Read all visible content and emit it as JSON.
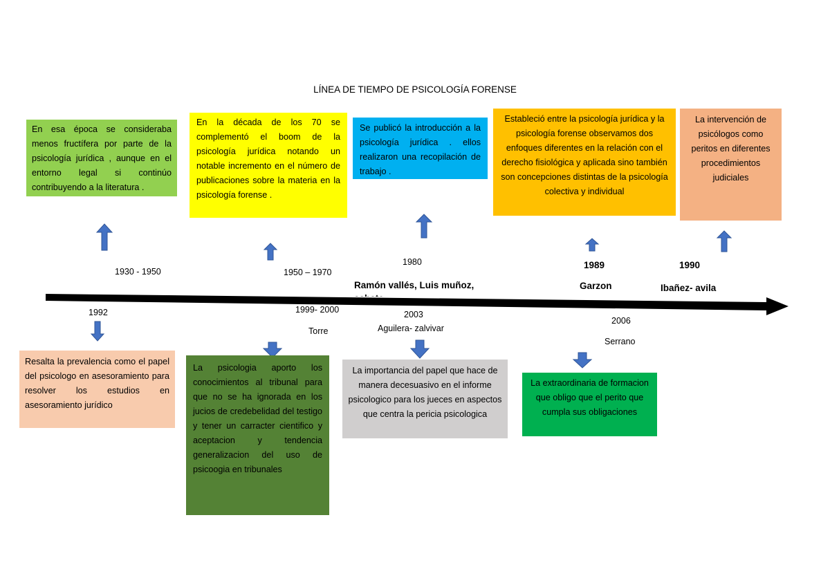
{
  "title": "LÍNEA DE TIEMPO DE PSICOLOGÍA FORENSE",
  "colors": {
    "green_light": "#92d050",
    "yellow": "#ffff00",
    "sky": "#00b0f0",
    "amber": "#ffc000",
    "peach": "#f4b183",
    "peach_light": "#f8cbad",
    "olive": "#548235",
    "gray": "#d0cece",
    "green": "#00b050",
    "arrow_blue": "#4472c4",
    "axis": "#000000"
  },
  "top_events": [
    {
      "text": "En esa época se consideraba menos fructífera por parte de la psicología jurídica , aunque en el entorno legal si continúo contribuyendo a la literatura .",
      "period": "1930 - 1950"
    },
    {
      "text": "En la década de los 70 se complementó el boom de la psicología jurídica notando un notable incremento en el número de publicaciones sobre la materia en la psicología forense .",
      "period": "1950 – 1970"
    },
    {
      "text": "Se publicó la introducción a la psicología jurídica . ellos realizaron una recopilación de trabajo .",
      "period": "1980",
      "people": "Ramón vallés, Luis muñoz, sabate"
    },
    {
      "text": "Estableció entre la psicología jurídica y la psicología forense observamos dos enfoques diferentes en la relación con el derecho fisiológica y aplicada sino también son concepciones distintas de la psicología colectiva y individual",
      "period": "1989",
      "people": "Garzon"
    },
    {
      "text": "La intervención de psicólogos como peritos en diferentes procedimientos judiciales",
      "period": "1990",
      "people": "Ibañez- avila"
    }
  ],
  "bottom_events": [
    {
      "text": "Resalta la prevalencia como el papel del psicologo en asesoramiento para resolver los estudios en asesoramiento jurídico",
      "period": "1992"
    },
    {
      "text": "La psicologia aporto los conocimientos al tribunal para que no se ha ignorada en los jucios de credebelidad del testigo y tener un carracter cientifico y aceptacion y tendencia generalizacion del uso de psicoogia en tribunales",
      "period": "1999- 2000",
      "people": "Torre"
    },
    {
      "text": "La importancia del papel que hace de manera decesuasivo en el informe psicologico para los jueces en aspectos que centra la pericia psicologica",
      "period": "2003",
      "people": "Aguilera- zalvivar"
    },
    {
      "text": "La extraordinaria de formacion que obligo que el perito que cumpla sus obligaciones",
      "period": "2006",
      "people": "Serrano"
    }
  ]
}
